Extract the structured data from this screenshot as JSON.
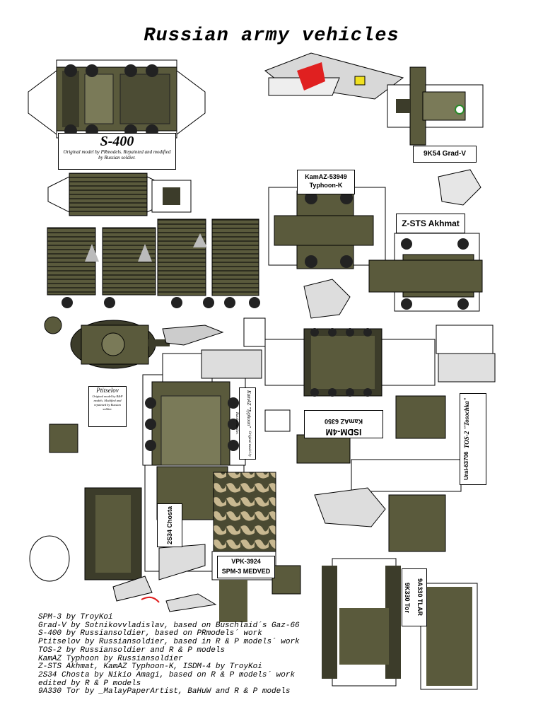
{
  "page": {
    "title": "Russian army vehicles"
  },
  "labels": {
    "s400": "S-400",
    "s400_credit": "Original model by PRmodels. Repainted and modified by Russian soldier.",
    "grad_v": "9K54 Grad-V",
    "kamaz_typhoon": "KamAZ-53949 Typhoon-K",
    "zsts": "Z-STS Akhmat",
    "ptitselov": "Ptitselov",
    "ptitselov_credit": "Original model by R&P models. Modified and repainted by Russian soldier.",
    "typhoon_side": "KamAZ \"Typhoon\"",
    "typhoon_side_credit": "Original model by Russian soldier.",
    "isdm": "ISDM-4M",
    "kamaz6350": "KamAZ 6350",
    "ural": "Ural-63706",
    "tos2": "TOS-2 \"Tosochka\"",
    "chosta": "2S34 Chosta",
    "vpk_line1": "VPK-3924",
    "vpk_line2": "SPM-3 MEDVED",
    "tor_line1": "9A330 TLAR",
    "tor_line2": "9K330 Tor"
  },
  "credits": [
    "SPM-3 by TroyKoi",
    "Grad-V by Sotnikovvladislav, based on Buschlaid´s Gaz-66",
    "S-400 by Russiansoldier, based on PRmodels´ work",
    "Ptitselov by Russiansoldier, based in R & P models´ work",
    "TOS-2 by Russiansoldier and R & P models",
    "KamAZ Typhoon by Russiansoldier",
    "Z-STS Akhmat, KamAZ Typhoon-K, ISDM-4 by TroyKoi",
    "2S34 Chosta by Nikio Amagi, based on R & P models´ work",
    "edited by R & P models",
    "9A330 Tor by _MalayPaperArtist, BaHuW and R & P models"
  ],
  "colors": {
    "olive": "#5a5a3c",
    "olive_dark": "#3c3c2a",
    "olive_light": "#7a7a58",
    "grey": "#c8c8c8",
    "arrow_red": "#e02020"
  }
}
